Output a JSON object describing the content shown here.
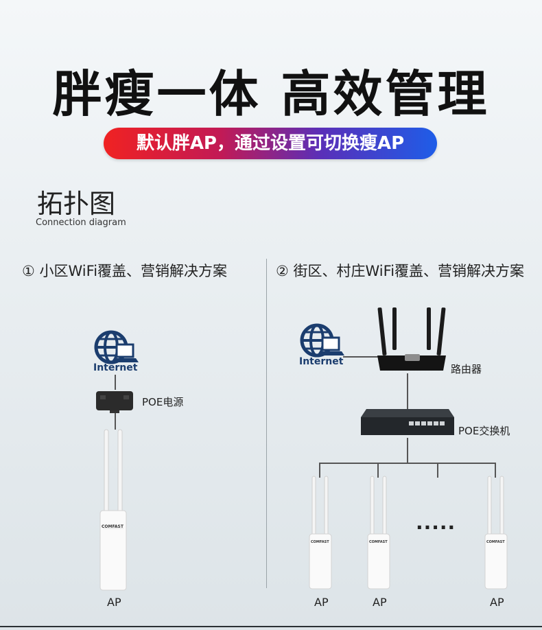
{
  "headline": "胖瘦一体  高效管理",
  "banner": "默认胖AP，通过设置可切换瘦AP",
  "section": {
    "title": "拓扑图",
    "subtitle": "Connection diagram"
  },
  "scenario_left": {
    "title": "① 小区WiFi覆盖、营销解决方案",
    "internet_label": "Internet",
    "poe_label": "POE电源",
    "ap_label": "AP",
    "ap_brand": "COMFAST"
  },
  "scenario_right": {
    "title": "② 街区、村庄WiFi覆盖、营销解决方案",
    "internet_label": "Internet",
    "router_label": "路由器",
    "switch_label": "POE交换机",
    "ellipsis": "·····",
    "ap_labels": [
      "AP",
      "AP",
      "AP"
    ],
    "ap_brand": "COMFAST"
  },
  "colors": {
    "pill_start": "#f02222",
    "pill_end": "#1e5de8",
    "globe": "#1b3d6e"
  }
}
